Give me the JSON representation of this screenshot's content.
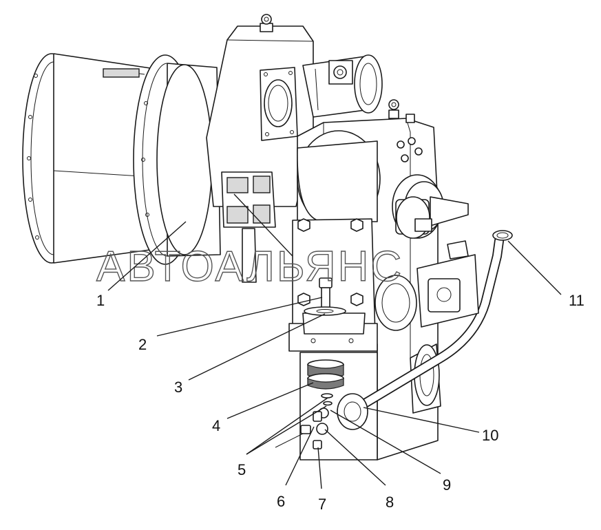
{
  "watermark": "АВТОАЛЬЯНС",
  "callouts": [
    {
      "id": "callout-1",
      "label": "1"
    },
    {
      "id": "callout-2",
      "label": "2"
    },
    {
      "id": "callout-3",
      "label": "3"
    },
    {
      "id": "callout-4",
      "label": "4"
    },
    {
      "id": "callout-5",
      "label": "5"
    },
    {
      "id": "callout-6",
      "label": "6"
    },
    {
      "id": "callout-7",
      "label": "7"
    },
    {
      "id": "callout-8",
      "label": "8"
    },
    {
      "id": "callout-9",
      "label": "9"
    },
    {
      "id": "callout-10",
      "label": "10"
    },
    {
      "id": "callout-11",
      "label": "11"
    }
  ]
}
